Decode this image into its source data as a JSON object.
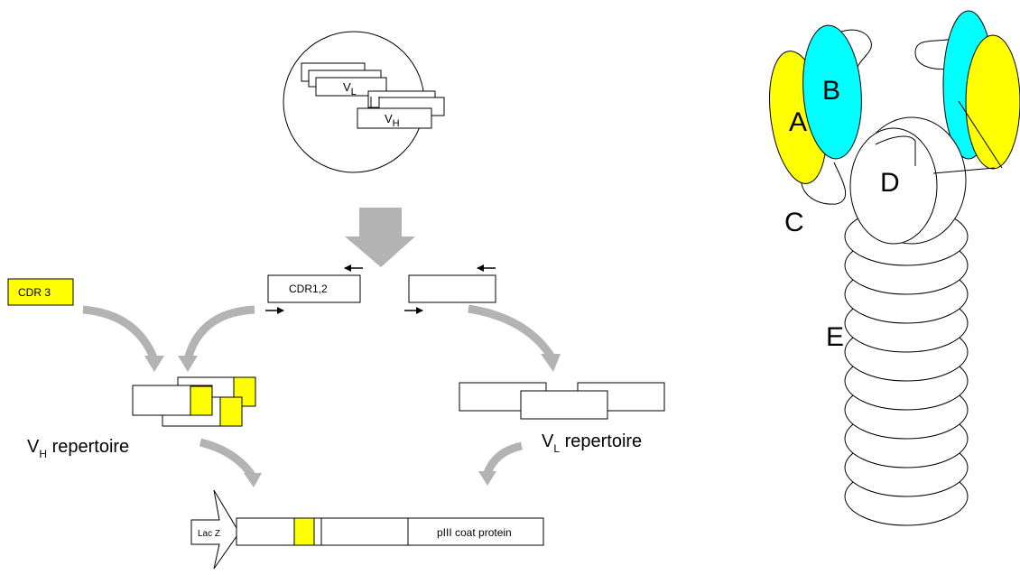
{
  "labels": {
    "cdr3": "CDR 3",
    "cdr12": "CDR1,2",
    "vh_main": "V",
    "vh_sub": "H",
    "vl_main": "V",
    "vl_sub": "L",
    "repertoire": " repertoire",
    "lacz": "Lac Z",
    "coat": "pIII coat protein",
    "circle_vl_main": "V",
    "circle_vl_sub": "L",
    "circle_vh_main": "V",
    "circle_vh_sub": "H"
  },
  "structure_labels": {
    "a": "A",
    "b": "B",
    "c": "C",
    "d": "D",
    "e": "E"
  },
  "colors": {
    "yellow": "#ffff00",
    "cyan": "#00ffff",
    "gray_arrow": "#b3b3b3"
  }
}
